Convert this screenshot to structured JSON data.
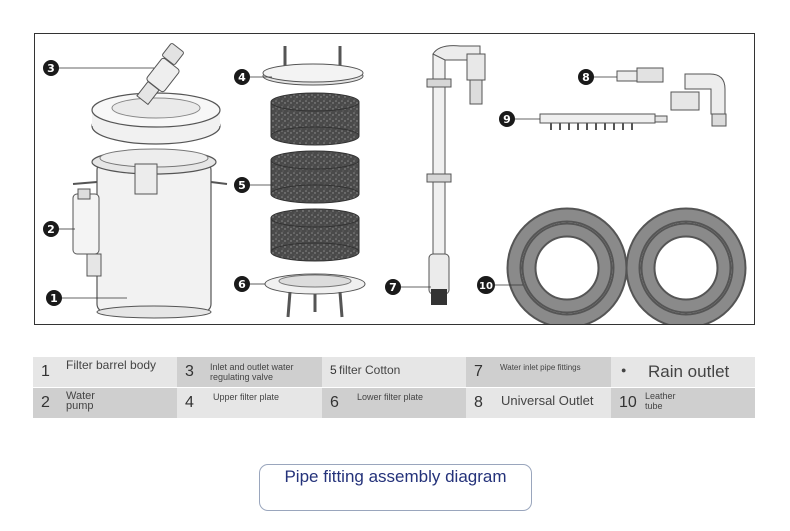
{
  "callouts": [
    "3",
    "4",
    "5",
    "6",
    "2",
    "1",
    "7",
    "8",
    "9",
    "10"
  ],
  "legend": {
    "row1": [
      {
        "num": "1",
        "label": "Filter barrel body"
      },
      {
        "num": "3",
        "label": "Inlet and outlet water regulating valve"
      },
      {
        "num": "5",
        "label": "filter Cotton"
      },
      {
        "num": "7",
        "label": "Water inlet pipe fittings"
      },
      {
        "num": "",
        "label": "Rain outlet"
      }
    ],
    "row2": [
      {
        "num": "2",
        "label": "Water pump"
      },
      {
        "num": "4",
        "label": "Upper filter plate"
      },
      {
        "num": "6",
        "label": "Lower filter plate"
      },
      {
        "num": "8",
        "label": "Universal Outlet"
      },
      {
        "num": "10",
        "label": "Leather tube"
      }
    ]
  },
  "caption": "Pipe fitting assembly diagram",
  "colors": {
    "cell_light": "#e6e6e6",
    "cell_dark": "#cfcfcf",
    "caption_text": "#24327a"
  }
}
